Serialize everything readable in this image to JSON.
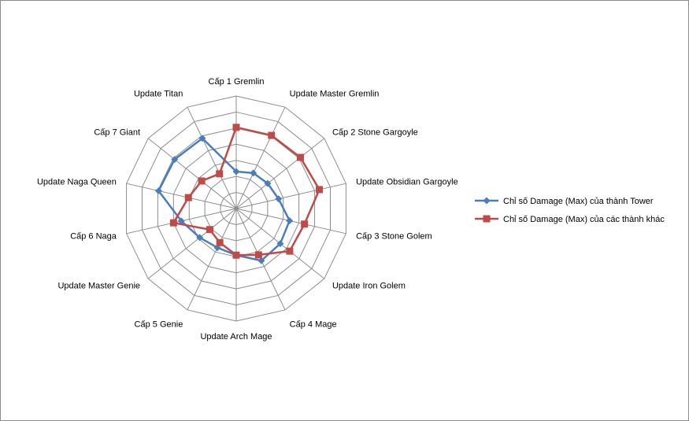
{
  "chart_data": {
    "type": "radar",
    "title": "",
    "categories": [
      "Cấp 1 Gremlin",
      "Update Master Gremlin",
      "Cấp 2 Stone  Gargoyle",
      "Update Obsidian Gargoyle",
      "Cấp 3 Stone  Golem",
      "Update Iron Golem",
      "Cấp 4 Mage",
      "Update Arch Mage",
      "Cấp 5 Genie",
      "Update Master Genie",
      "Cấp 6 Naga",
      "Update Naga Queen",
      "Cấp 7 Giant",
      "Update Titan"
    ],
    "ring_count": 7,
    "rmax": 7,
    "grid": true,
    "legend_position": "right",
    "series": [
      {
        "name": "Chỉ số Damage (Max) của thành Tower",
        "color": "#4a7ebb",
        "marker": "diamond",
        "values": [
          2.3,
          2.45,
          2.5,
          2.7,
          3.4,
          3.5,
          3.6,
          2.9,
          2.7,
          2.9,
          3.5,
          4.95,
          4.9,
          4.85
        ]
      },
      {
        "name": "Chỉ số Damage (Max) của các thành khác",
        "color": "#be4b48",
        "marker": "square",
        "values": [
          5.05,
          5.05,
          5.1,
          5.3,
          4.35,
          4.25,
          3.2,
          2.9,
          2.35,
          2.1,
          4.0,
          3.05,
          2.75,
          2.4
        ]
      }
    ]
  }
}
